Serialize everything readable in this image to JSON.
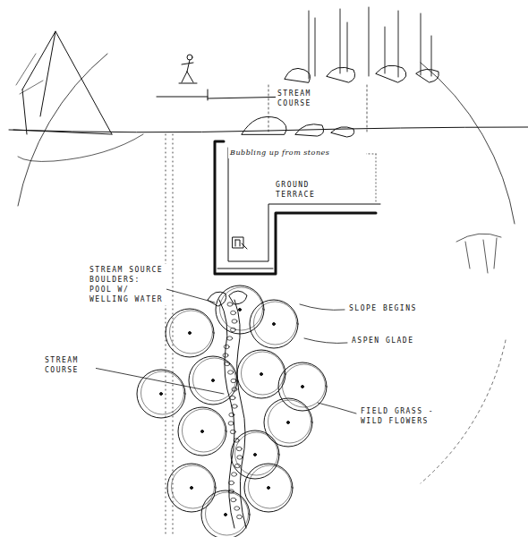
{
  "diagram": {
    "labels": [
      "STREAM COURSE",
      "Bubbling up from stones",
      "GROUND TERRACE",
      "STREAM SOURCE BOULDERS: POOL W/ WELLING WATER",
      "SLOPE BEGINS",
      "ASPEN GLADE",
      "STREAM COURSE",
      "FIELD GRASS - WILD FLOWERS"
    ]
  }
}
